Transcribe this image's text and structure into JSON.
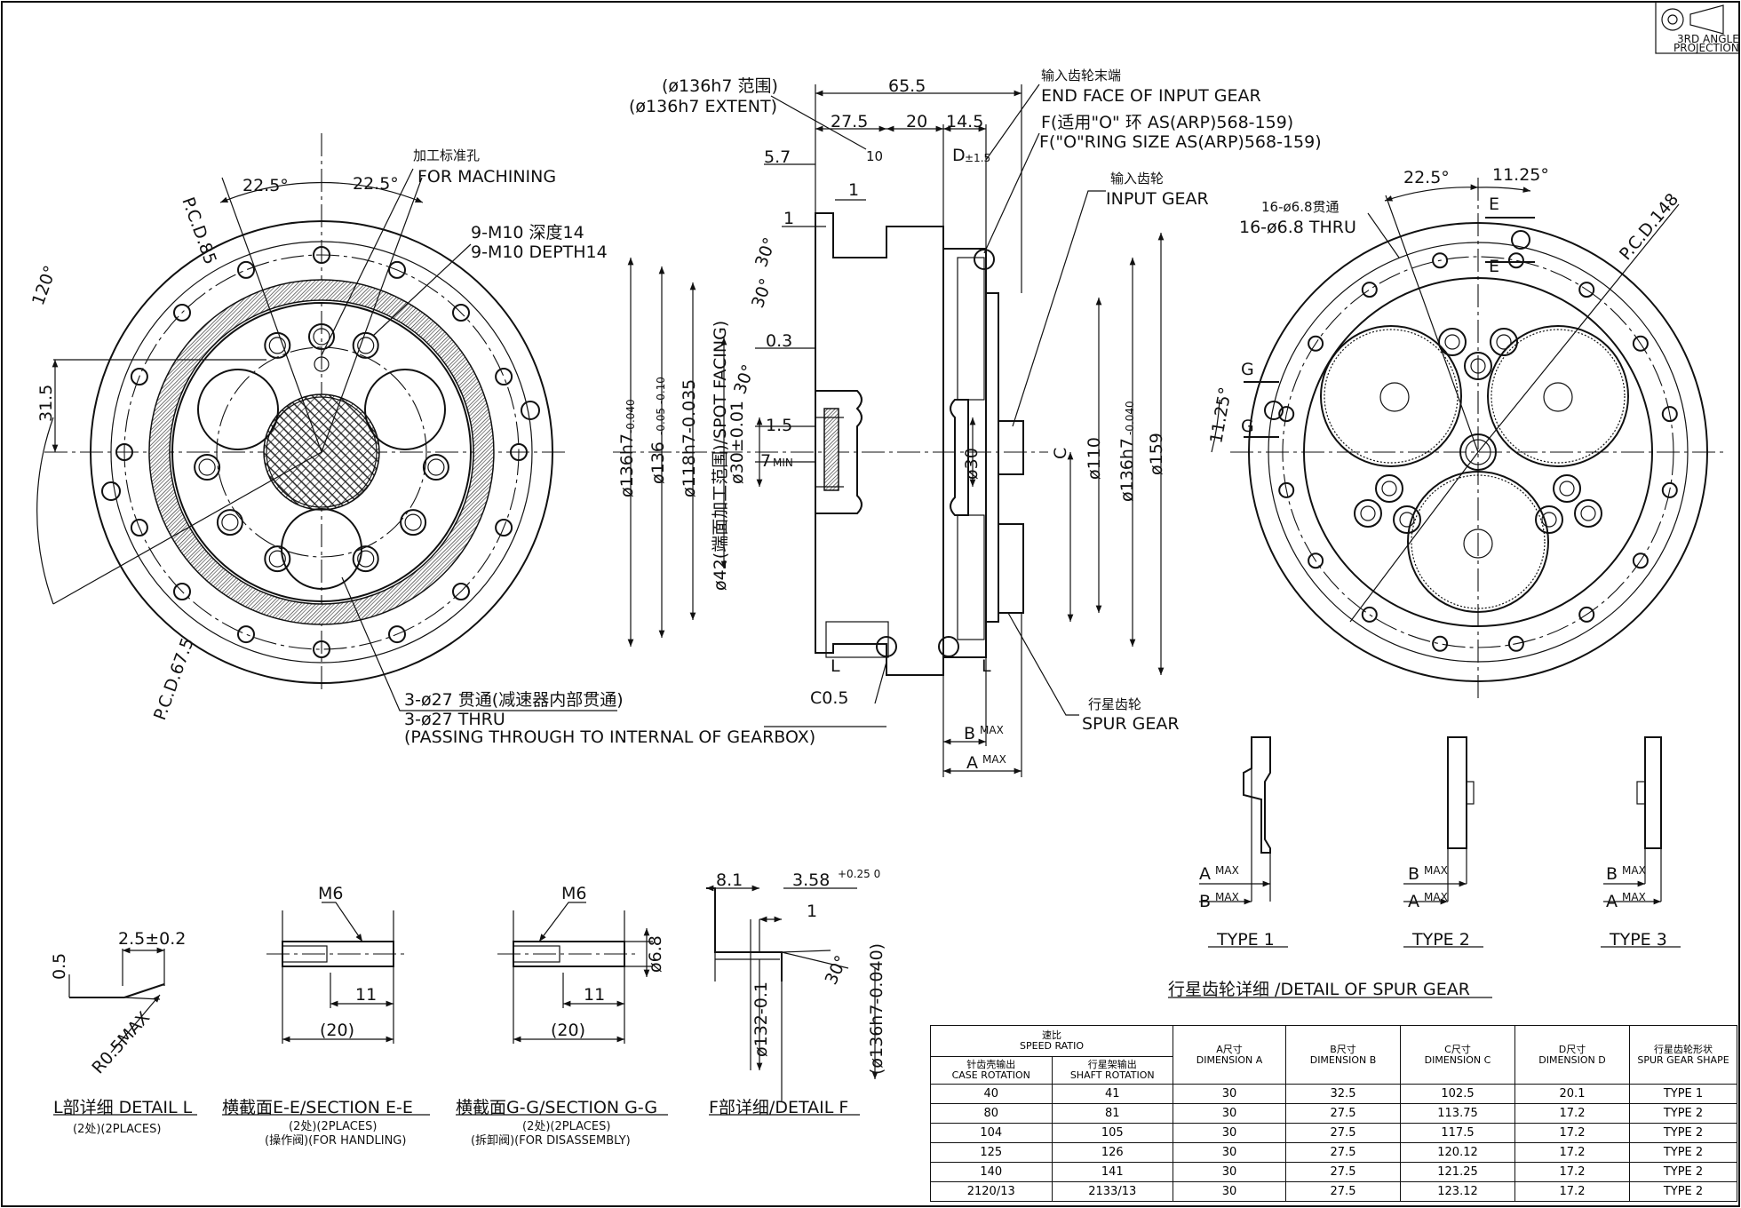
{
  "projection": {
    "line1": "3RD ANGLE",
    "line2": "PROJECTION"
  },
  "front_view": {
    "pcd85": "P.C.D.85",
    "pcd675": "P.C.D.67.5",
    "angle_225_left": "22.5°",
    "angle_225_right": "22.5°",
    "angle_120": "120°",
    "dim_315": "31.5",
    "machining_cn": "加工标准孔",
    "machining_en": "FOR MACHINING",
    "tap_cn": "9-M10 深度14",
    "tap_en": "9-M10 DEPTH14",
    "thru_cn": "3-ø27 贯通(减速器内部贯通)",
    "thru_en1": "3-ø27 THRU",
    "thru_en2": "(PASSING THROUGH TO INTERNAL OF GEARBOX)"
  },
  "side_view": {
    "dim_655": "65.5",
    "dim_275": "27.5",
    "dim_20": "20",
    "dim_145": "14.5",
    "dim_57": "5.7",
    "dim_10": "10",
    "dim_D": "D",
    "dim_D_tol": "±1.5",
    "dim_1a": "1",
    "dim_1b": "1",
    "dim_03": "0.3",
    "dim_15": "1.5",
    "dim_7": "7",
    "dim_7_sub": "MIN",
    "angle_30a": "30°",
    "angle_30b": "30°",
    "angle_30c": "30°",
    "extent_cn": "(ø136h7 范围)",
    "extent_en": "(ø136h7 EXTENT)",
    "endface_cn": "输入齿轮末端",
    "endface_en": "END FACE OF INPUT GEAR",
    "oring_cn": "F(适用\"O\" 环 AS(ARP)568-159)",
    "oring_en": "F(\"O\"RING SIZE AS(ARP)568-159)",
    "input_cn": "输入齿轮",
    "input_en": "INPUT GEAR",
    "spur_cn": "行星齿轮",
    "spur_en": "SPUR GEAR",
    "d136h7": "ø136h7",
    "d136h7_tol": "-0.040",
    "d136": "ø136",
    "d136_tol": "-0.05 -0.10",
    "d118": "ø118h7-0.035",
    "d42": "ø42(端面加工范围)/SPOT FACING)",
    "d30_01": "ø30±0.01",
    "d30": "ø30",
    "d110": "ø110",
    "d136h7_r": "ø136h7",
    "d136h7_r_tol": "-0.040",
    "d159": "ø159",
    "dim_C": "C",
    "L_left": "L",
    "L_right": "L",
    "c05": "C0.5",
    "bmax": "B",
    "amax": "A",
    "max": "MAX"
  },
  "rear_view": {
    "angle_225": "22.5°",
    "angle_1125_top": "11.25°",
    "angle_1125_left": "11.25°",
    "holes_cn": "16-ø6.8贯通",
    "holes_en": "16-ø6.8 THRU",
    "pcd148": "P.C.D.148",
    "E_top": "E",
    "E_bottom": "E",
    "G_top": "G",
    "G_bottom": "G"
  },
  "types": {
    "type1": "TYPE 1",
    "type2": "TYPE 2",
    "type3": "TYPE 3",
    "a": "A",
    "b": "B",
    "max": "MAX"
  },
  "detail_L": {
    "d05": "0.5",
    "d25": "2.5±0.2",
    "r05": "R0.5MAX",
    "title": "L部详细 DETAIL L",
    "sub": "(2处)(2PLACES)"
  },
  "section_E": {
    "m6": "M6",
    "d11": "11",
    "d20": "(20)",
    "title": "横截面E-E/SECTION E-E",
    "sub1": "(2处)(2PLACES)",
    "sub2": "(操作阀)(FOR HANDLING)"
  },
  "section_G": {
    "m6": "M6",
    "d11": "11",
    "d20": "(20)",
    "d68": "ø6.8",
    "title": "横截面G-G/SECTION G-G",
    "sub1": "(2处)(2PLACES)",
    "sub2": "(拆卸阀)(FOR DISASSEMBLY)"
  },
  "detail_F": {
    "d81": "8.1",
    "d358": "3.58",
    "d358_tol": "+0.25 0",
    "d1": "1",
    "angle": "30°",
    "d132": "ø132-0.1",
    "d136": "(ø136h7-0.040)",
    "title": "F部详细/DETAIL F"
  },
  "spur_table": {
    "title": "行星齿轮详细 /DETAIL OF SPUR GEAR",
    "h_ratio_cn": "速比",
    "h_ratio_en": "SPEED RATIO",
    "h_case_cn": "针齿壳输出",
    "h_case_en": "CASE ROTATION",
    "h_shaft_cn": "行星架输出",
    "h_shaft_en": "SHAFT ROTATION",
    "h_a_cn": "A尺寸",
    "h_a_en": "DIMENSION A",
    "h_b_cn": "B尺寸",
    "h_b_en": "DIMENSION B",
    "h_c_cn": "C尺寸",
    "h_c_en": "DIMENSION C",
    "h_d_cn": "D尺寸",
    "h_d_en": "DIMENSION D",
    "h_shape_cn": "行星齿轮形状",
    "h_shape_en": "SPUR GEAR SHAPE",
    "rows": [
      [
        "40",
        "41",
        "30",
        "32.5",
        "102.5",
        "20.1",
        "TYPE 1"
      ],
      [
        "80",
        "81",
        "30",
        "27.5",
        "113.75",
        "17.2",
        "TYPE 2"
      ],
      [
        "104",
        "105",
        "30",
        "27.5",
        "117.5",
        "17.2",
        "TYPE 2"
      ],
      [
        "125",
        "126",
        "30",
        "27.5",
        "120.12",
        "17.2",
        "TYPE 2"
      ],
      [
        "140",
        "141",
        "30",
        "27.5",
        "121.25",
        "17.2",
        "TYPE 2"
      ],
      [
        "2120/13",
        "2133/13",
        "30",
        "27.5",
        "123.12",
        "17.2",
        "TYPE 2"
      ]
    ]
  }
}
